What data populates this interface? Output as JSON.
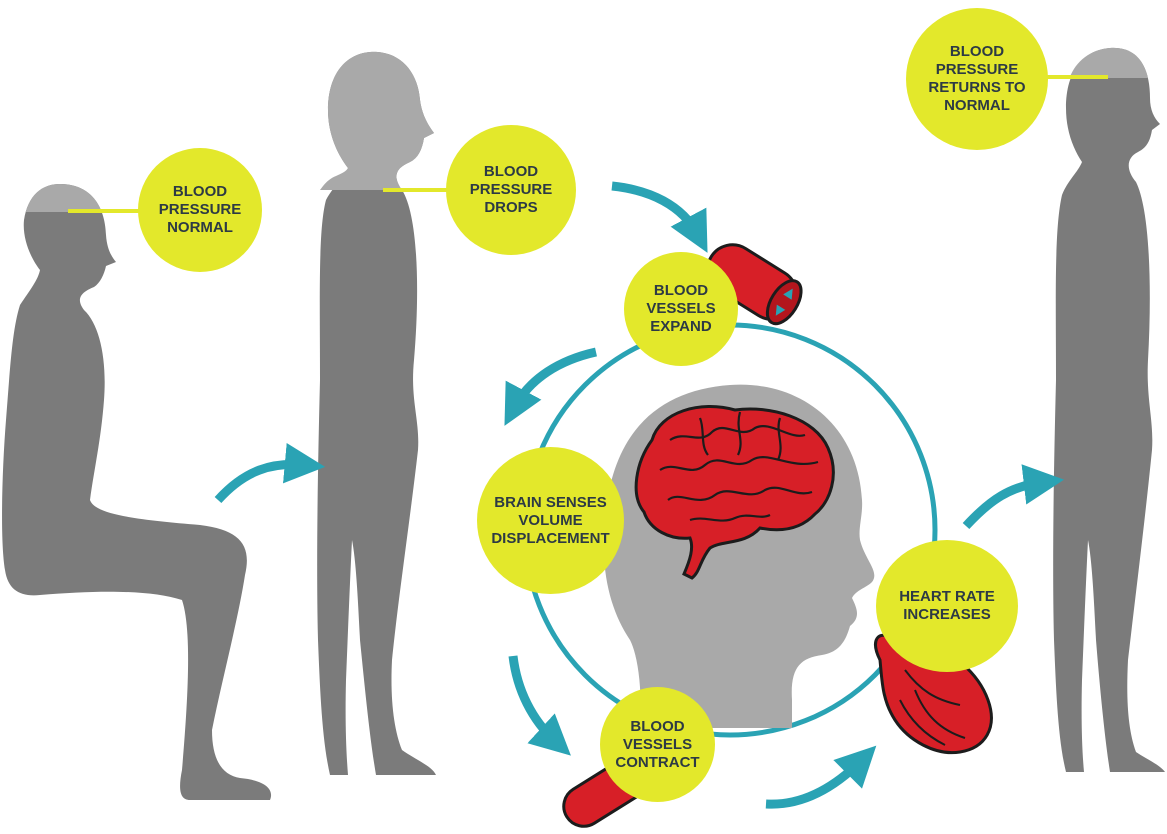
{
  "colors": {
    "silhouette": "#7b7b7b",
    "silhouette_light": "#a9a9a9",
    "callout": "#e3e82b",
    "callout_text": "#2d3a44",
    "arrow": "#2aa3b4",
    "organ_red": "#d71f27",
    "organ_outline": "#1c1c1c",
    "pointer_line": "#e3e82b"
  },
  "icons": [
    "person-seated-silhouette",
    "person-standing-silhouette",
    "head-profile-silhouette",
    "brain-icon",
    "heart-icon",
    "blood-vessel-icon",
    "curved-arrow-icon"
  ],
  "callouts": {
    "bp_normal": "BLOOD\nPRESSURE\nNORMAL",
    "bp_drops": "BLOOD\nPRESSURE\nDROPS",
    "vessels_expand": "BLOOD\nVESSELS\nEXPAND",
    "brain_senses": "BRAIN SENSES\nVOLUME\nDISPLACEMENT",
    "heart_rate": "HEART RATE\nINCREASES",
    "vessels_contract": "BLOOD\nVESSELS\nCONTRACT",
    "bp_returns": "BLOOD\nPRESSURE\nRETURNS TO\nNORMAL"
  }
}
